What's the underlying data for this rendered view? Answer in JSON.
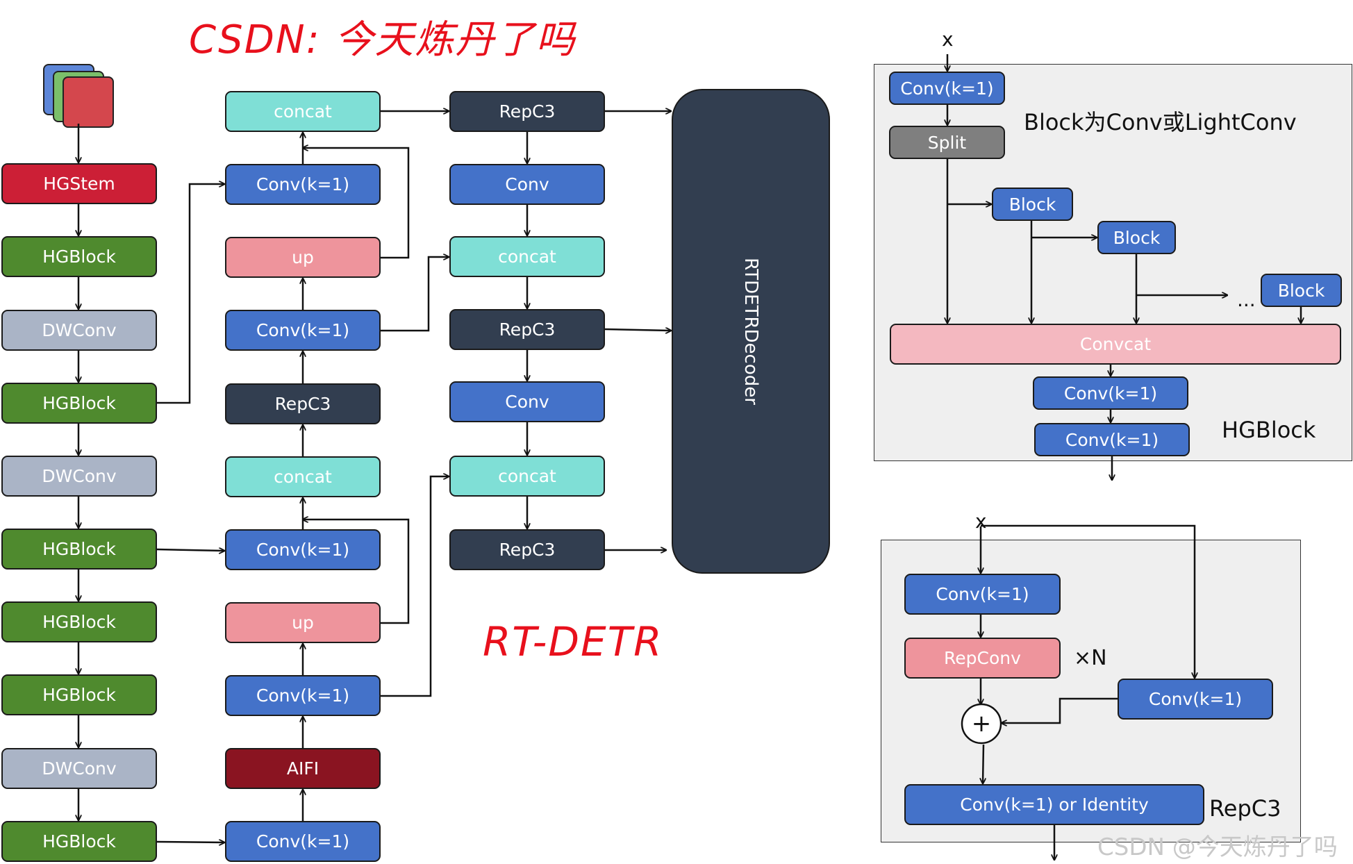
{
  "header_text": "CSDN: 今天炼丹了吗",
  "model_label": "RT-DETR",
  "watermark": "CSDN @今天炼丹了吗",
  "input_icon": "stacked-image-layers-icon",
  "backbone": [
    "HGStem",
    "HGBlock",
    "DWConv",
    "HGBlock",
    "DWConv",
    "HGBlock",
    "HGBlock",
    "HGBlock",
    "DWConv",
    "HGBlock"
  ],
  "neck": [
    "concat",
    "Conv(k=1)",
    "up",
    "Conv(k=1)",
    "RepC3",
    "concat",
    "Conv(k=1)",
    "up",
    "Conv(k=1)",
    "AIFI",
    "Conv(k=1)"
  ],
  "head": [
    "RepC3",
    "Conv",
    "concat",
    "RepC3",
    "Conv",
    "concat",
    "RepC3"
  ],
  "decoder_label": "RTDETRDecoder",
  "hgblock_detail": {
    "input": "x",
    "conv_in": "Conv(k=1)",
    "split": "Split",
    "note": "Block为Conv或LightConv",
    "blocks": [
      "Block",
      "Block",
      "Block"
    ],
    "ellipsis": "...",
    "concat": "Convcat",
    "conv_out1": "Conv(k=1)",
    "conv_out2": "Conv(k=1)",
    "title": "HGBlock"
  },
  "repc3_detail": {
    "input": "x",
    "conv_main": "Conv(k=1)",
    "repconv": "RepConv",
    "repeat": "×N",
    "conv_side": "Conv(k=1)",
    "add_symbol": "+",
    "conv_out": "Conv(k=1) or Identity",
    "title": "RepC3"
  },
  "colors": {
    "stem_red": "#cc1f36",
    "hgblock_green": "#4f8a2e",
    "dwconv_gray": "#aab4c6",
    "concat_cyan": "#7fdfd6",
    "conv_blue": "#4472c9",
    "up_pink": "#ee949c",
    "repc3_dark": "#323e50",
    "aifi_maroon": "#8a1421",
    "split_gray": "#7f7f7f",
    "annotation_red": "#e8101c"
  }
}
